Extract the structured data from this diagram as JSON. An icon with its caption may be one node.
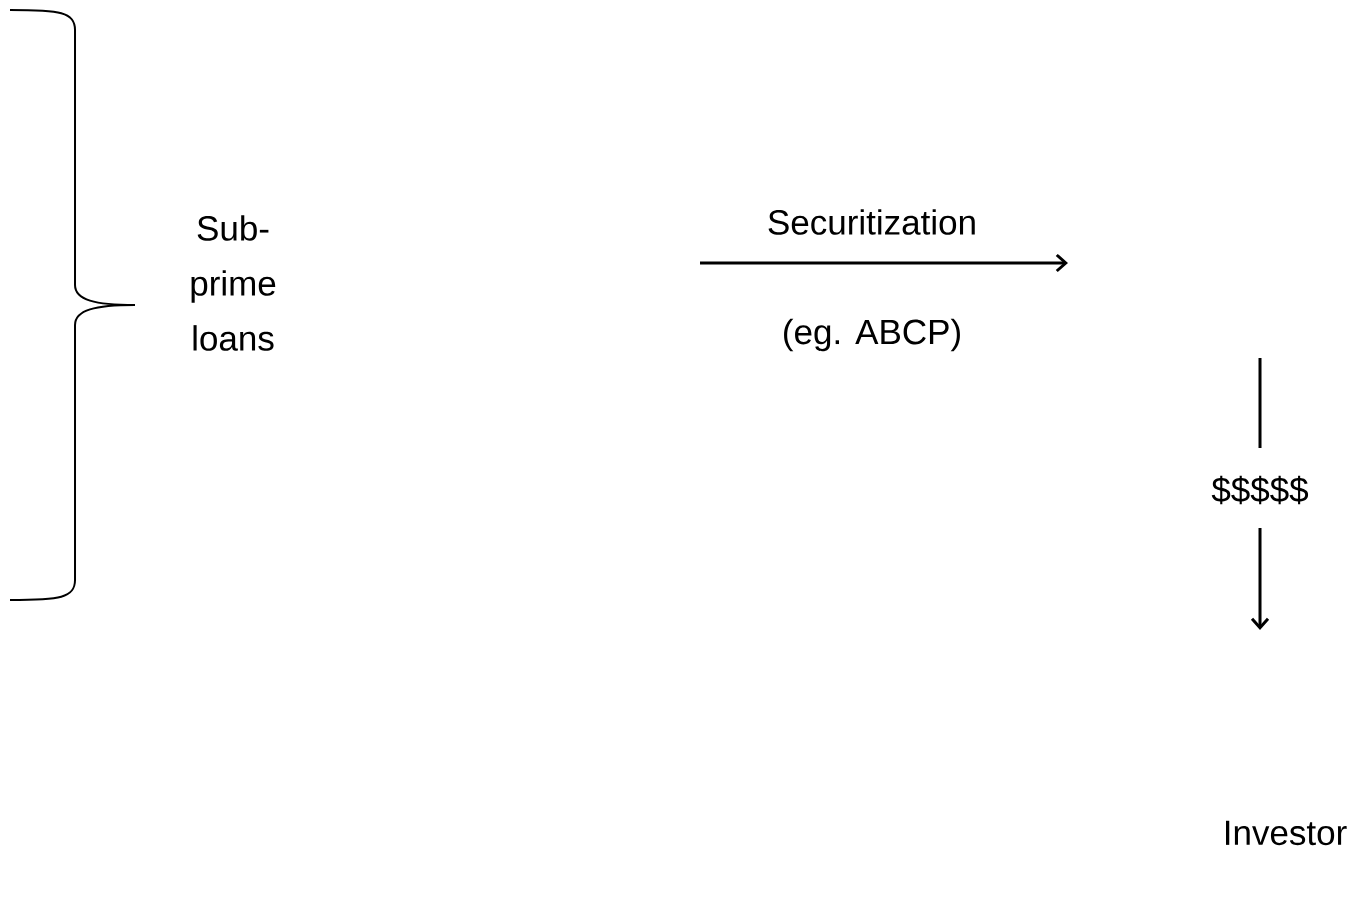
{
  "diagram": {
    "labels": [
      "Sub- prime loans",
      "Securitization",
      "(eg. ABCP)",
      "$$$$$",
      "Investor"
    ]
  }
}
